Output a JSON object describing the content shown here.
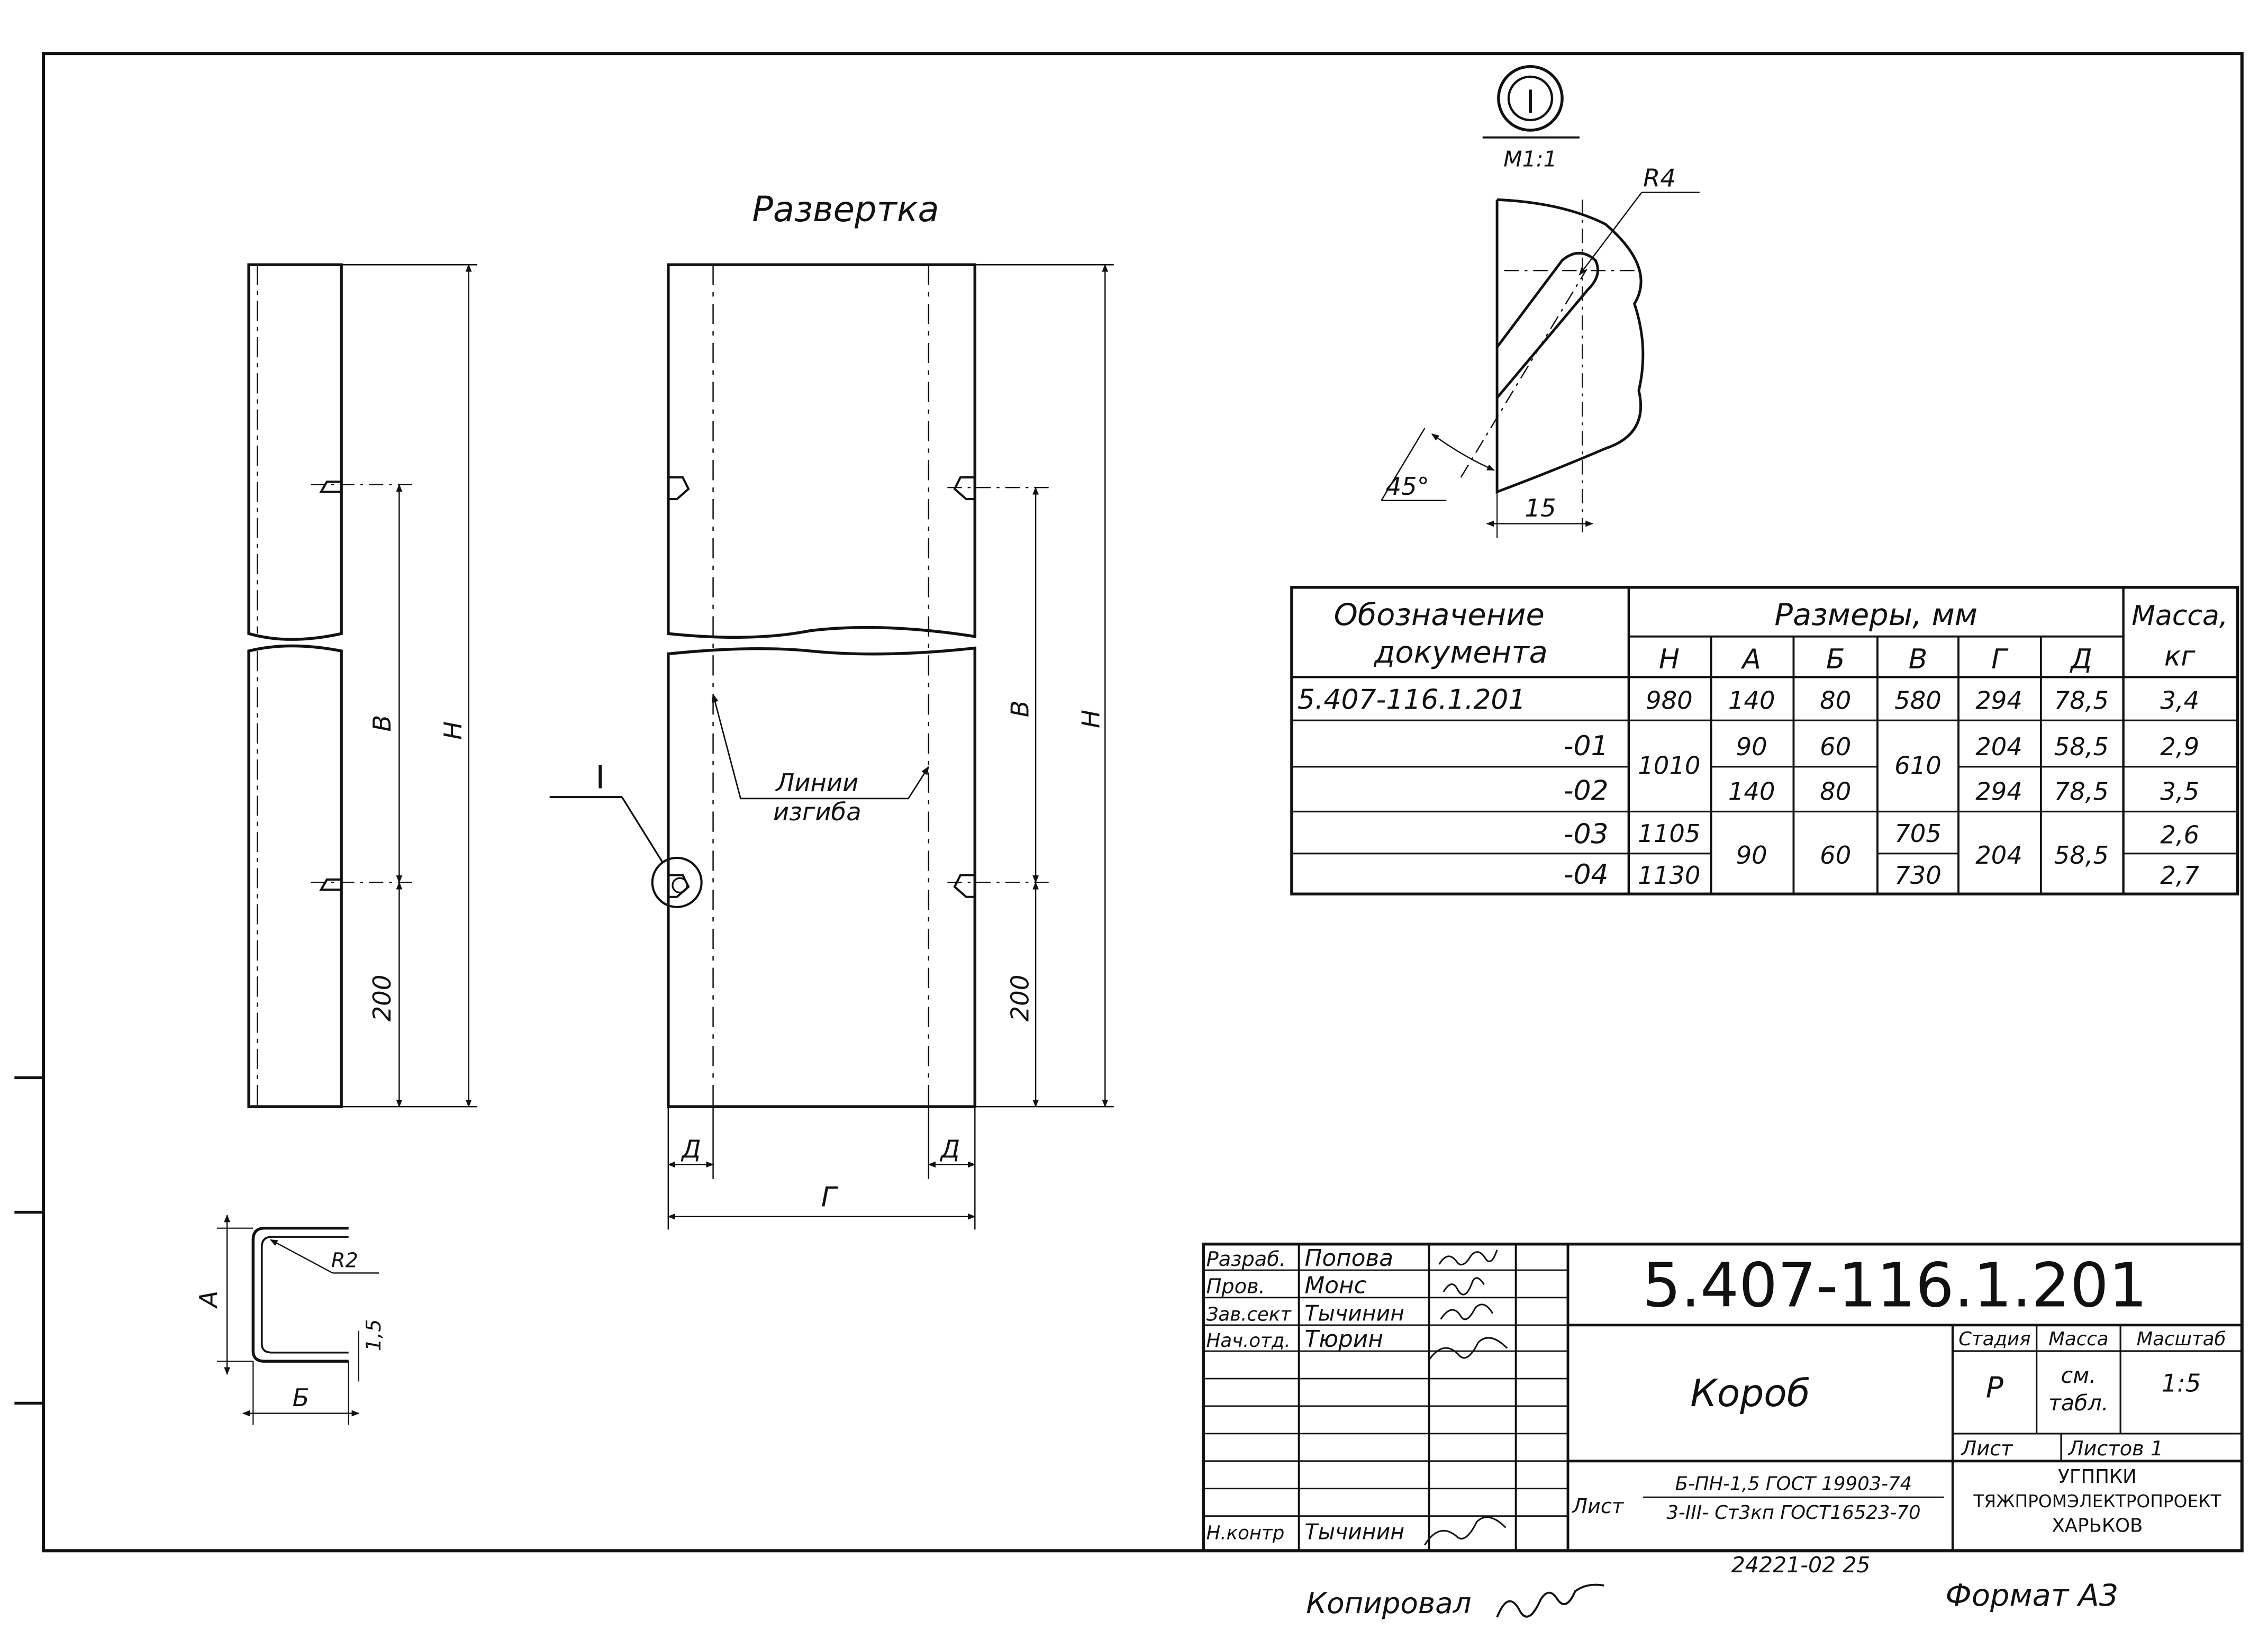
{
  "view": {
    "title": "Развертка",
    "bend_lines_label": [
      "Линии",
      "изгиба"
    ],
    "dims": {
      "H": "H",
      "B": "B",
      "d200": "200",
      "A": "A",
      "G": "Г",
      "D": "Д"
    },
    "detail_callout": "I"
  },
  "detail": {
    "label": "I",
    "scale": "М1:1",
    "radius": "R4",
    "angle": "45°",
    "width": "15"
  },
  "section": {
    "A": "A",
    "B": "Б",
    "radius": "R2",
    "thickness": "1,5"
  },
  "table": {
    "col_designation": [
      "Обозначение",
      "документа"
    ],
    "col_dims": "Размеры, мм",
    "col_mass": [
      "Масса,",
      "кг"
    ],
    "sub_headers": [
      "H",
      "A",
      "Б",
      "B",
      "Г",
      "Д"
    ],
    "row_designations": [
      "5.407-116.1.201",
      "-01",
      "-02",
      "-03",
      "-04"
    ],
    "row0": [
      "980",
      "140",
      "80",
      "580",
      "294",
      "78,5",
      "3,4"
    ],
    "H": [
      "1010",
      "1105",
      "1130"
    ],
    "A": [
      "90",
      "140",
      "90"
    ],
    "B": [
      "60",
      "80",
      "60"
    ],
    "V": [
      "610",
      "705",
      "730"
    ],
    "G": [
      "204",
      "294",
      "204"
    ],
    "D": [
      "58,5",
      "78,5",
      "58,5"
    ],
    "mass": [
      "2,9",
      "3,5",
      "2,6",
      "2,7"
    ]
  },
  "title_block": {
    "roles": [
      "Разраб.",
      "Пров.",
      "Зав.сект",
      "Нач.отд.",
      "Н.контр"
    ],
    "names": [
      "Попова",
      "Монс",
      "Тычинин",
      "Тюрин",
      "Тычинин"
    ],
    "doc_number": "5.407-116.1.201",
    "item_name": "Короб",
    "stage_label": "Стадия",
    "mass_label": "Масса",
    "scale_label": "Масштаб",
    "stage": "Р",
    "mass": [
      "см.",
      "табл."
    ],
    "scale": "1:5",
    "sheet_label": "Лист",
    "sheets_label": "Листов 1",
    "material_prefix": "Лист",
    "material_top": "Б-ПН-1,5 ГОСТ 19903-74",
    "material_bottom": "3-III- Ст3кп ГОСТ16523-70",
    "org": [
      "УГППКИ",
      "ТЯЖПРОМЭЛЕКТРОПРОЕКТ",
      "ХАРЬКОВ"
    ]
  },
  "footer": {
    "copied": "Копировал",
    "order": "24221-02 25",
    "format": "Формат А3"
  }
}
